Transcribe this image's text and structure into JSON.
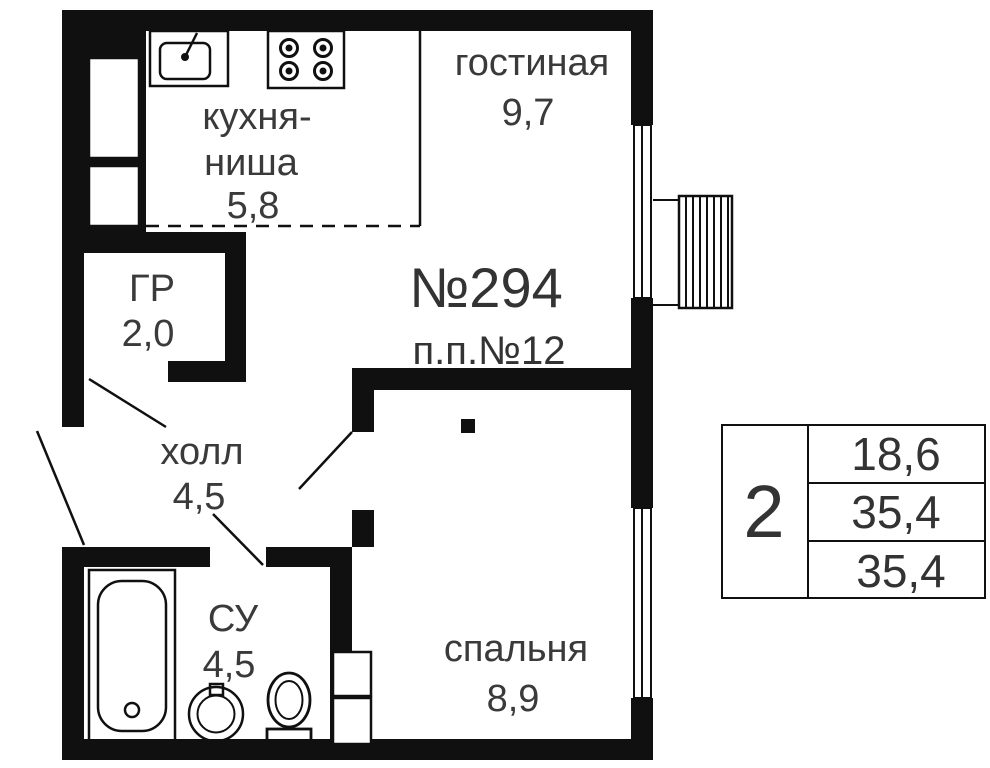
{
  "plan": {
    "apartment_number": "№294",
    "unit_number": "п.п.№12",
    "rooms": {
      "living": {
        "label": "гостиная",
        "area": "9,7"
      },
      "kitchen": {
        "label_line1": "кухня-",
        "label_line2": "ниша",
        "area": "5,8"
      },
      "wardrobe": {
        "label": "ГР",
        "area": "2,0"
      },
      "hall": {
        "label": "холл",
        "area": "4,5"
      },
      "bathroom": {
        "label": "СУ",
        "area": "4,5"
      },
      "bedroom": {
        "label": "спальня",
        "area": "8,9"
      }
    }
  },
  "info_table": {
    "rooms_count": "2",
    "living_area": "18,6",
    "area_no_balcony": "35,4",
    "total_area": "35,4"
  },
  "colors": {
    "wall": "#101010",
    "text": "#3a3a3a",
    "background": "#ffffff"
  }
}
